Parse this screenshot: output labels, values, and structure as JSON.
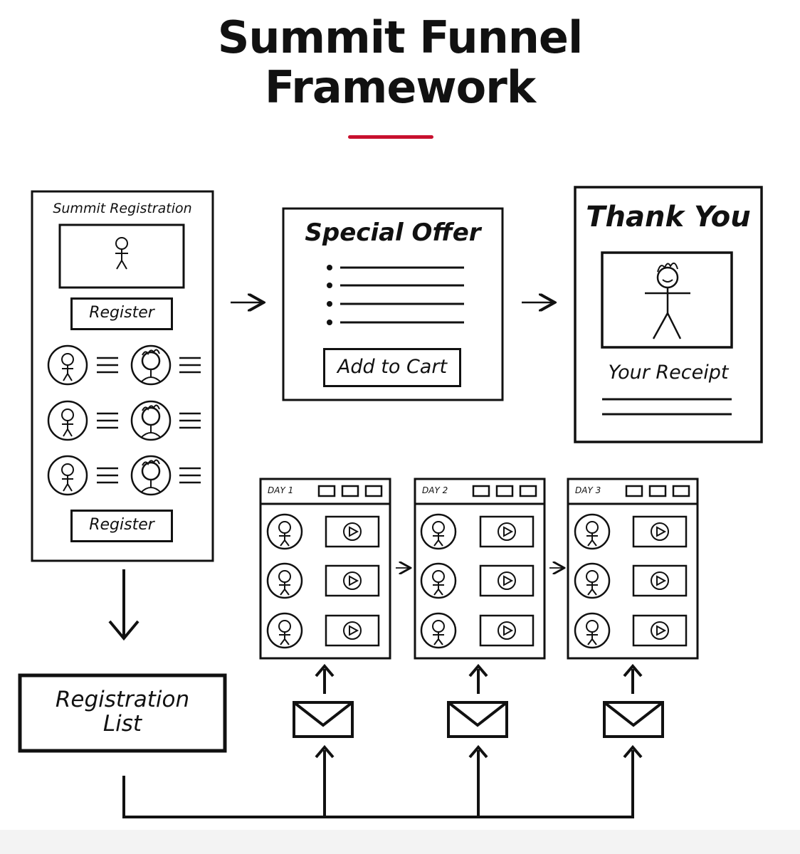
{
  "header": {
    "title_line1": "Summit Funnel",
    "title_line2": "Framework",
    "accent_color": "#c8102e"
  },
  "registration_page": {
    "title": "Summit Registration",
    "register_top": "Register",
    "register_bottom": "Register"
  },
  "offer_page": {
    "title": "Special Offer",
    "button": "Add to Cart"
  },
  "thank_you_page": {
    "title": "Thank You",
    "receipt": "Your Receipt"
  },
  "days": [
    {
      "label": "DAY 1"
    },
    {
      "label": "DAY 2"
    },
    {
      "label": "DAY 3"
    }
  ],
  "registration_list": {
    "line1": "Registration",
    "line2": "List"
  },
  "icons": [
    "stick-figure-icon",
    "speaker-avatar-icon",
    "play-icon",
    "email-icon",
    "arrow-icon"
  ]
}
